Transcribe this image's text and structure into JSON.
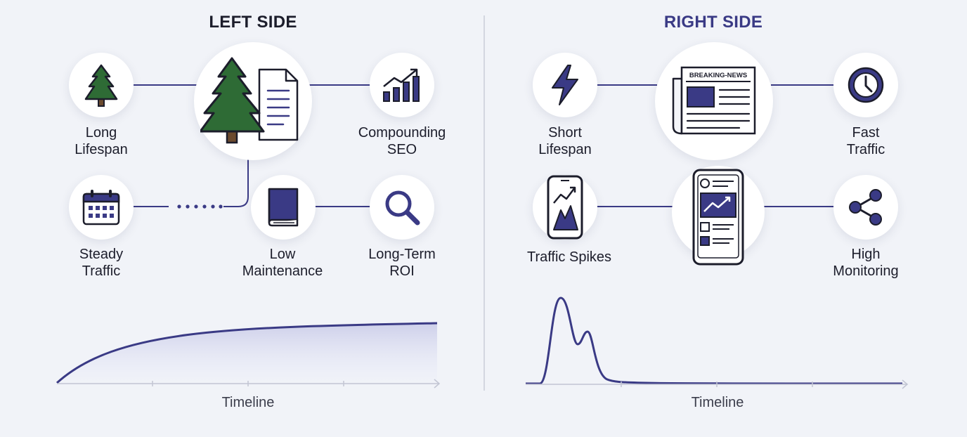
{
  "left_panel": {
    "title": "LEFT SIDE",
    "nodes": [
      {
        "id": "long-lifespan",
        "label": "Long\nLifespan",
        "icon": "pine-tree-icon"
      },
      {
        "id": "evergreen-content",
        "label": "",
        "icon": "tree-and-document-icon"
      },
      {
        "id": "compounding-seo",
        "label": "Compounding\nSEO",
        "icon": "growth-bar-chart-icon"
      },
      {
        "id": "steady-traffic",
        "label": "Steady\nTraffic",
        "icon": "calendar-icon"
      },
      {
        "id": "low-maintenance",
        "label": "Low\nMaintenance",
        "icon": "book-icon"
      },
      {
        "id": "long-term-roi",
        "label": "Long-Term\nROI",
        "icon": "magnifier-icon"
      }
    ],
    "axis_label": "Timeline"
  },
  "right_panel": {
    "title": "RIGHT SIDE",
    "nodes": [
      {
        "id": "short-lifespan",
        "label": "Short\nLifespan",
        "icon": "lightning-icon"
      },
      {
        "id": "breaking-news",
        "label": "",
        "icon": "newspaper-icon",
        "headline": "BREAKING-NEWS"
      },
      {
        "id": "fast-traffic",
        "label": "Fast\nTraffic",
        "icon": "clock-icon"
      },
      {
        "id": "traffic-spikes",
        "label": "Traffic Spikes",
        "icon": "phone-spike-chart-icon"
      },
      {
        "id": "mobile-feed",
        "label": "",
        "icon": "smartphone-feed-icon"
      },
      {
        "id": "high-monitoring",
        "label": "High\nMonitoring",
        "icon": "share-nodes-icon"
      }
    ],
    "axis_label": "Timeline"
  },
  "colors": {
    "accent": "#3a3a85",
    "tree_green": "#2e6b35",
    "background": "#f1f3f8",
    "divider": "#d3d6e0"
  }
}
